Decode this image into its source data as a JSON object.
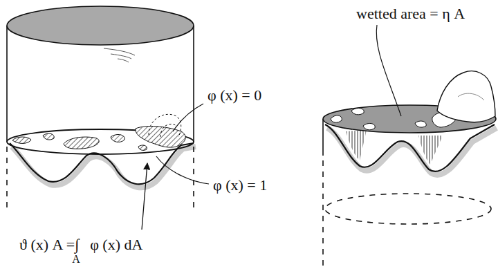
{
  "diagram": {
    "labels": [
      "wetted area = η A",
      "φ (x) = 0",
      "φ (x) = 1",
      "ϑ (x) A =∫",
      "φ (x) dA",
      "A"
    ]
  }
}
